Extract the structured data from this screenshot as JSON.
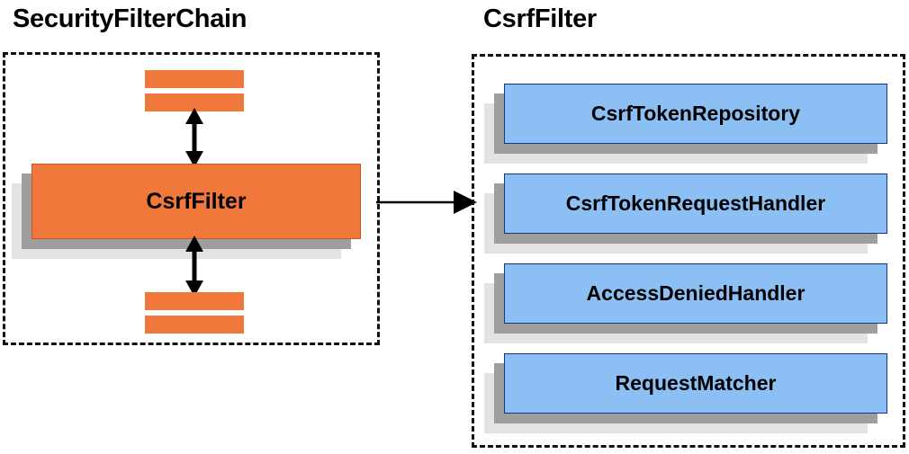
{
  "diagram": {
    "type": "architecture-diagram",
    "background_color": "#ffffff",
    "panels": [
      {
        "id": "securityfilterchain",
        "title": "SecurityFilterChain",
        "border_style": "dashed",
        "border_color": "#111111"
      },
      {
        "id": "csrffilter",
        "title": "CsrfFilter",
        "border_style": "dashed",
        "border_color": "#111111"
      }
    ],
    "colors": {
      "filter_fill": "#f0783a",
      "filter_border": "#d2531a",
      "collaborator_fill": "#8cc0f5",
      "collaborator_border": "#11348c",
      "shadow_mid": "#9e9e9e",
      "shadow_back": "#e3e3e3",
      "text": "#000000"
    }
  },
  "titles": {
    "left": "SecurityFilterChain",
    "right": "CsrfFilter"
  },
  "chain": {
    "highlighted_filter": "CsrfFilter",
    "unlabeled_filters_above": 2,
    "unlabeled_filters_below": 2,
    "arrows": [
      {
        "name": "above-to-csrffilter",
        "direction": "bidirectional",
        "orientation": "vertical"
      },
      {
        "name": "csrffilter-to-below",
        "direction": "bidirectional",
        "orientation": "vertical"
      },
      {
        "name": "csrffilter-to-collaborators",
        "direction": "forward",
        "orientation": "horizontal"
      }
    ]
  },
  "collaborators": [
    {
      "label": "CsrfTokenRepository"
    },
    {
      "label": "CsrfTokenRequestHandler"
    },
    {
      "label": "AccessDeniedHandler"
    },
    {
      "label": "RequestMatcher"
    }
  ]
}
